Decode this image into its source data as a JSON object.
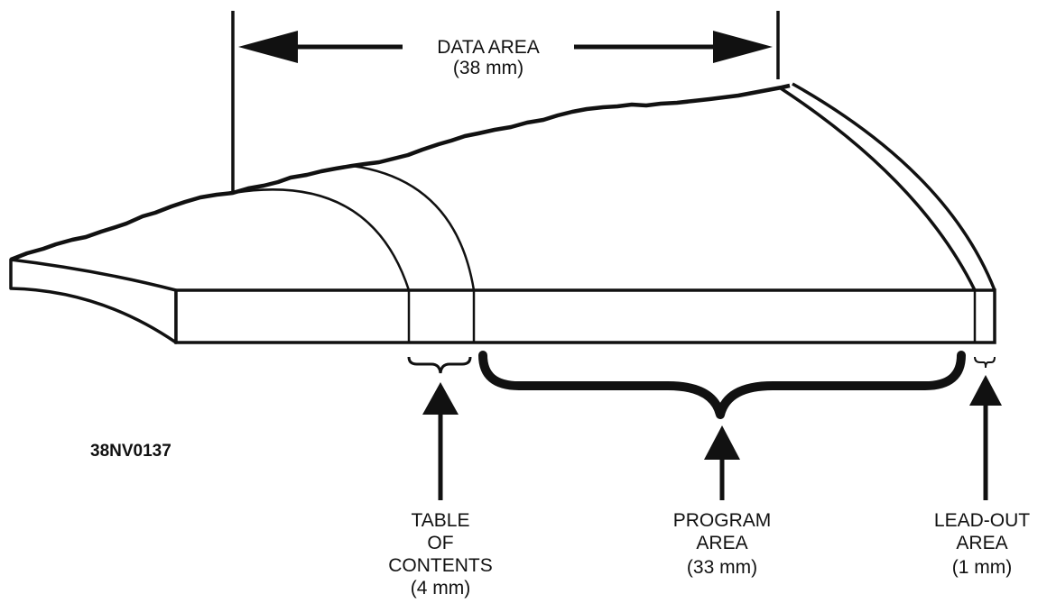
{
  "diagram": {
    "figure_id": "38NV0137",
    "data_area": {
      "label": "DATA AREA",
      "size": "(38 mm)"
    },
    "table_of_contents": {
      "line1": "TABLE",
      "line2": "OF",
      "line3": "CONTENTS",
      "size": "(4 mm)"
    },
    "program_area": {
      "line1": "PROGRAM",
      "line2": "AREA",
      "size": "(33 mm)"
    },
    "lead_out_area": {
      "line1": "LEAD-OUT",
      "line2": "AREA",
      "size": "(1 mm)"
    }
  }
}
